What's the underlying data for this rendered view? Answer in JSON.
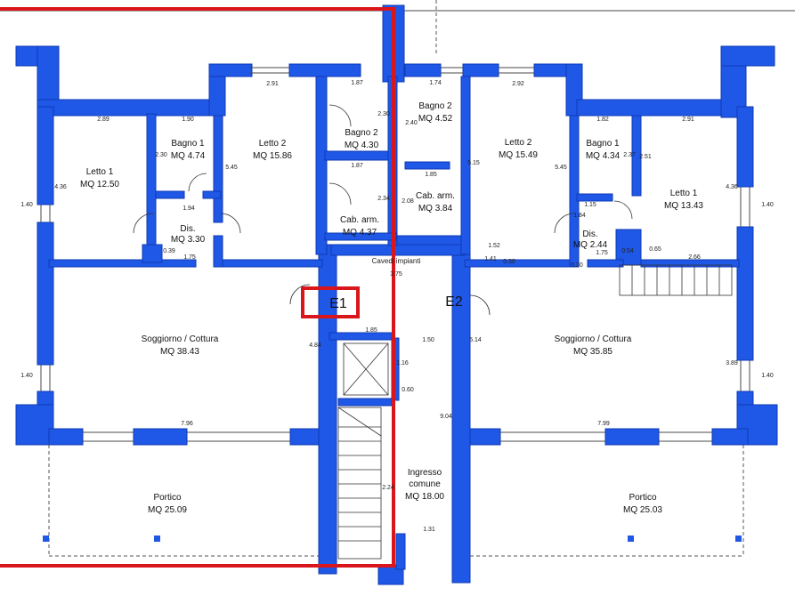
{
  "rooms": [
    {
      "id": "letto1-left",
      "name": "Letto 1",
      "area": "MQ 12.50"
    },
    {
      "id": "bagno1-left",
      "name": "Bagno 1",
      "area": "MQ 4.74"
    },
    {
      "id": "letto2-left",
      "name": "Letto 2",
      "area": "MQ 15.86"
    },
    {
      "id": "bagno2-left",
      "name": "Bagno 2",
      "area": "MQ 4.30"
    },
    {
      "id": "cabarm-left",
      "name": "Cab. arm.",
      "area": "MQ 4.37"
    },
    {
      "id": "dis-left",
      "name": "Dis.",
      "area": "MQ 3.30"
    },
    {
      "id": "soggiorno-left",
      "name": "Soggiorno / Cottura",
      "area": "MQ 38.43"
    },
    {
      "id": "portico-left",
      "name": "Portico",
      "area": "MQ 25.09"
    },
    {
      "id": "bagno2-right",
      "name": "Bagno 2",
      "area": "MQ 4.52"
    },
    {
      "id": "letto2-right",
      "name": "Letto 2",
      "area": "MQ 15.49"
    },
    {
      "id": "cabarm-right",
      "name": "Cab. arm.",
      "area": "MQ 3.84"
    },
    {
      "id": "bagno1-right",
      "name": "Bagno 1",
      "area": "MQ 4.34"
    },
    {
      "id": "letto1-right",
      "name": "Letto 1",
      "area": "MQ 13.43"
    },
    {
      "id": "dis-right",
      "name": "Dis.",
      "area": "MQ 2.44"
    },
    {
      "id": "soggiorno-right",
      "name": "Soggiorno / Cottura",
      "area": "MQ 35.85"
    },
    {
      "id": "portico-right",
      "name": "Portico",
      "area": "MQ 25.03"
    },
    {
      "id": "ingresso",
      "name": "Ingresso",
      "name2": "comune",
      "area": "MQ 18.00"
    }
  ],
  "labels": {
    "cavedi": "Cavedi impianti",
    "e1": "E1",
    "e2": "E2"
  },
  "dimensions": [
    "2.89",
    "1.90",
    "2.91",
    "1.87",
    "1.74",
    "2.92",
    "1.82",
    "2.91",
    "4.36",
    "2.30",
    "5.45",
    "2.30",
    "1.87",
    "2.34",
    "2.40",
    "5.15",
    "2.08",
    "1.85",
    "5.45",
    "2.37",
    "2.51",
    "4.36",
    "1.94",
    "1.75",
    "0.39",
    "1.52",
    "1.41",
    "0.30",
    "1.15",
    "1.84",
    "0.54",
    "0.65",
    "1.75",
    "2.66",
    "3.75",
    "1.85",
    "1.50",
    "4.84",
    "5.14",
    "3.89",
    "7.96",
    "7.99",
    "9.04",
    "1.16",
    "2.24",
    "1.31",
    "0.60",
    "1.40",
    "1.40",
    "1.40",
    "1.40",
    "0.30"
  ],
  "colors": {
    "walls": "#1f57e6",
    "highlight": "#d9161c"
  }
}
